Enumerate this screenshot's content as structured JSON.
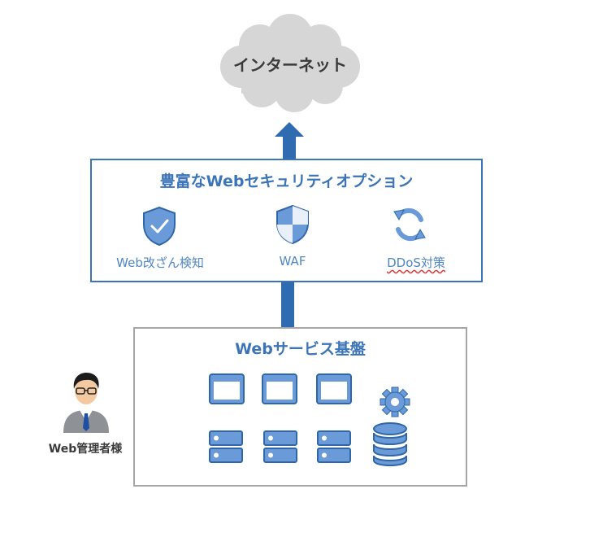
{
  "internet": {
    "label": "インターネット",
    "icon": "cloud-icon"
  },
  "options": {
    "title": "豊富なWebセキュリティオプション",
    "items": [
      {
        "label": "Web改ざん検知",
        "icon": "shield-check-icon"
      },
      {
        "label": "WAF",
        "icon": "shield-icon"
      },
      {
        "label": "DDoS対策",
        "icon": "refresh-icon"
      }
    ]
  },
  "platform": {
    "title": "Webサービス基盤",
    "icons": [
      "window-icon",
      "window-icon",
      "window-icon",
      "gear-icon",
      "server-icon",
      "server-icon",
      "server-icon",
      "database-icon"
    ]
  },
  "admin": {
    "label": "Web管理者様",
    "icon": "admin-person-icon"
  },
  "colors": {
    "accent": "#3b74b8",
    "icon_fill": "#6a9bd8",
    "icon_stroke": "#2f67a8",
    "arrow": "#2e6bb0",
    "cloud": "#d6d6d6",
    "platform_border": "#a6a6a6"
  }
}
